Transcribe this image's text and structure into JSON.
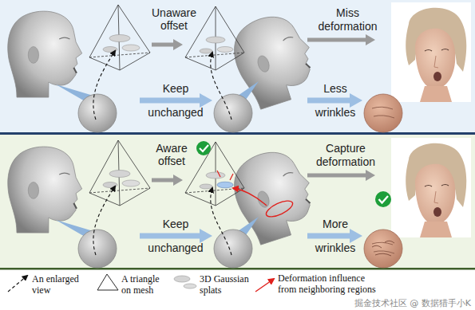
{
  "diagram": {
    "labels": [
      "Unaware offset",
      "Miss deformation",
      "Keep unchanged",
      "Less wrinkles",
      "Aware offset",
      "Capture deformation",
      "Keep unchanged",
      "More wrinkles",
      "掘金技术社区 @ 数据猎手小K"
    ],
    "legend": [
      {
        "text": "An enlarged view"
      },
      {
        "text": "A triangle on mesh"
      },
      {
        "text": "3D Gaussian splats"
      },
      {
        "text": "Deformation influence from neighboring regions"
      }
    ]
  }
}
